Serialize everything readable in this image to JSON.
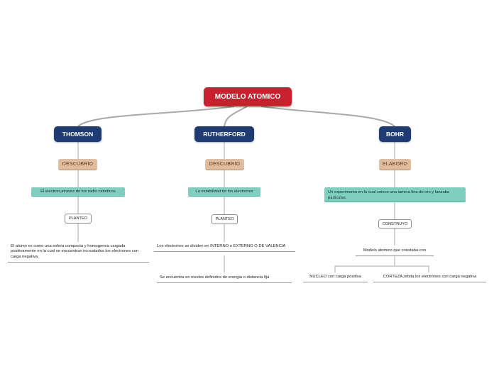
{
  "root": {
    "label": "MODELO ATOMICO"
  },
  "branches": [
    {
      "title": "THOMSON",
      "verb": "DESCUBRIO",
      "fact": "El electron,atraves de los radio catodicos",
      "relation": "PLANTEO",
      "detail": "El atomo es como una esfera compacta y homogenea cargada positivamente en la cual se encuentran incrustados los electrones con carga negativa."
    },
    {
      "title": "RUTHERFORD",
      "verb": "DESCUBRIO",
      "fact": "La estabilidad de los electrones",
      "relation": "PLANTEO",
      "detail": "Los electrones se dividen en INTERNO o EXTERNO O DE VALENCIA",
      "subdetail": "Se encuentra en niveles definidos de energia o distancia fija"
    },
    {
      "title": "BOHR",
      "verb": "ELABORO",
      "fact": "Un experimento en la cual coloco una lamina fina de oro y lanzaba particulas.",
      "relation": "CONSTRUYO",
      "detail": "Modelo atomico que constaba con",
      "parts": [
        "NUCLEO con carga positiva",
        "CORTEZA,orbita los electrones con carga negativa"
      ]
    }
  ],
  "colors": {
    "root": "#c8202f",
    "main": "#1f3b73",
    "verb": "#e2bd9d",
    "fact": "#7fcfbf",
    "line": "#a8a8a8"
  }
}
